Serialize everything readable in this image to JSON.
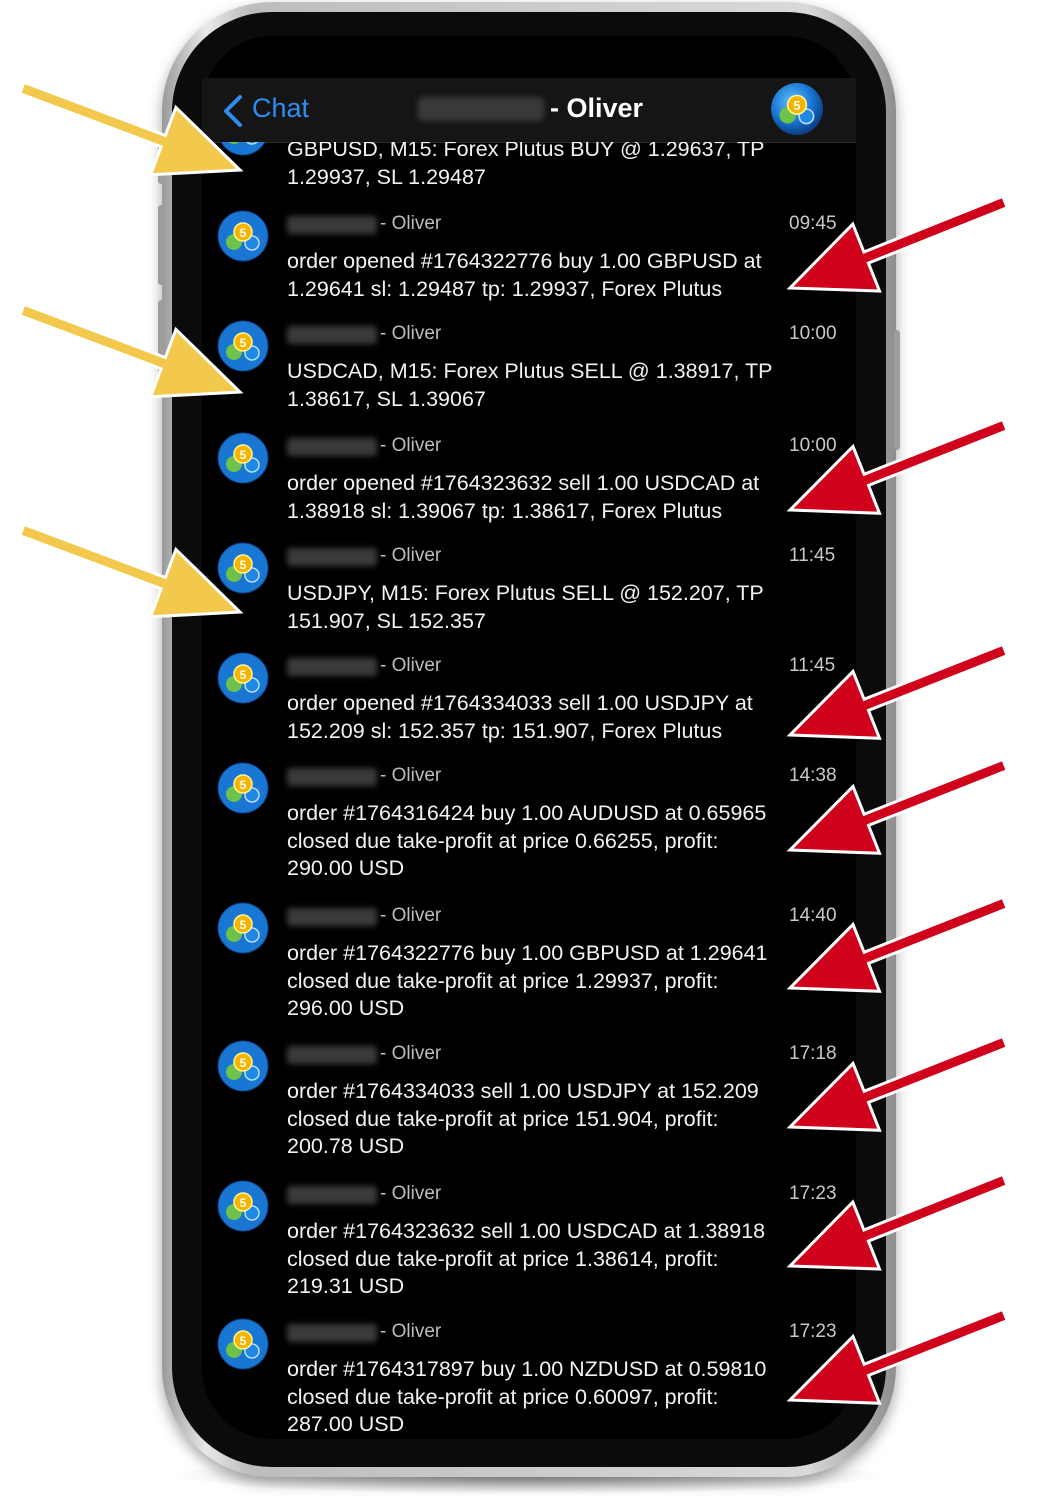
{
  "nav": {
    "back_label": "Chat",
    "title_name": "- Oliver"
  },
  "colors": {
    "accent": "#2f8cf3",
    "arrow_yellow": "#f2c94c",
    "arrow_red": "#d0021b"
  },
  "icons": {
    "back": "chevron-left-icon",
    "avatar": "metatrader5-logo-icon"
  },
  "messages": [
    {
      "sender": "",
      "time": "",
      "body": "GBPUSD, M15: Forex Plutus  BUY @ 1.29637, TP\n1.29937, SL 1.29487"
    },
    {
      "sender": "- Oliver",
      "time": "09:45",
      "body": "order opened #1764322776 buy 1.00 GBPUSD at\n1.29641 sl: 1.29487 tp: 1.29937, Forex Plutus"
    },
    {
      "sender": "- Oliver",
      "time": "10:00",
      "body": "USDCAD, M15: Forex Plutus  SELL @ 1.38917, TP\n1.38617, SL 1.39067"
    },
    {
      "sender": "- Oliver",
      "time": "10:00",
      "body": "order opened #1764323632 sell 1.00 USDCAD at\n1.38918 sl: 1.39067 tp: 1.38617, Forex Plutus"
    },
    {
      "sender": "- Oliver",
      "time": "11:45",
      "body": "USDJPY, M15: Forex Plutus  SELL @ 152.207, TP\n151.907, SL 152.357"
    },
    {
      "sender": "- Oliver",
      "time": "11:45",
      "body": "order opened #1764334033 sell 1.00 USDJPY at\n152.209 sl: 152.357 tp: 151.907, Forex Plutus"
    },
    {
      "sender": "- Oliver",
      "time": "14:38",
      "body": "order #1764316424 buy 1.00 AUDUSD at 0.65965\nclosed due take-profit at price 0.66255, profit:\n290.00 USD"
    },
    {
      "sender": "- Oliver",
      "time": "14:40",
      "body": "order #1764322776 buy 1.00 GBPUSD at 1.29641\nclosed due take-profit at price 1.29937, profit:\n296.00 USD"
    },
    {
      "sender": "- Oliver",
      "time": "17:18",
      "body": "order #1764334033 sell 1.00 USDJPY at 152.209\nclosed due take-profit at price 151.904, profit:\n200.78 USD"
    },
    {
      "sender": "- Oliver",
      "time": "17:23",
      "body": "order #1764323632 sell 1.00 USDCAD at 1.38918\nclosed due take-profit at price 1.38614, profit:\n219.31 USD"
    },
    {
      "sender": "- Oliver",
      "time": "17:23",
      "body": "order #1764317897 buy 1.00 NZDUSD at 0.59810\nclosed due take-profit at price 0.60097, profit:\n287.00 USD"
    }
  ]
}
